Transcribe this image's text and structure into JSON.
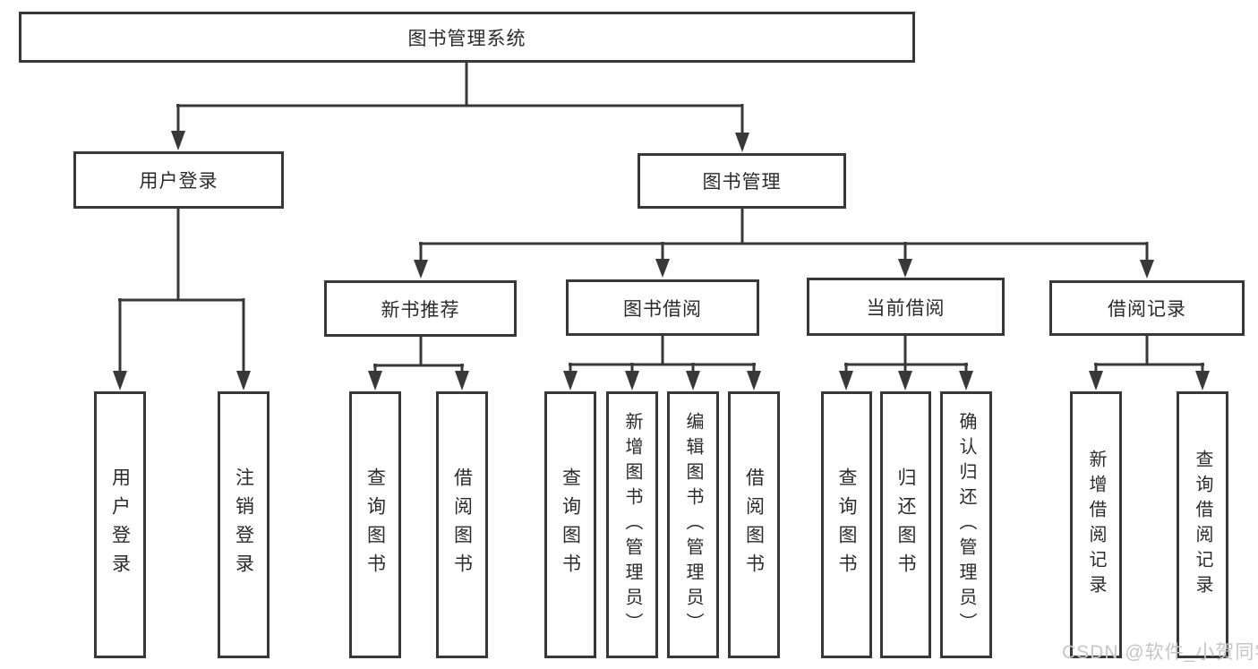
{
  "tree": {
    "root": {
      "label": "图书管理系统",
      "children": [
        {
          "label": "用户登录",
          "children": [
            {
              "label": "用户登录"
            },
            {
              "label": "注销登录"
            }
          ]
        },
        {
          "label": "图书管理",
          "children": [
            {
              "label": "新书推荐",
              "children": [
                {
                  "label": "查询图书"
                },
                {
                  "label": "借阅图书"
                }
              ]
            },
            {
              "label": "图书借阅",
              "children": [
                {
                  "label": "查询图书"
                },
                {
                  "label": "新增图书（管理员）"
                },
                {
                  "label": "编辑图书（管理员）"
                },
                {
                  "label": "借阅图书"
                }
              ]
            },
            {
              "label": "当前借阅",
              "children": [
                {
                  "label": "查询图书"
                },
                {
                  "label": "归还图书"
                },
                {
                  "label": "确认归还（管理员）"
                }
              ]
            },
            {
              "label": "借阅记录",
              "children": [
                {
                  "label": "新增借阅记录"
                },
                {
                  "label": "查询借阅记录"
                }
              ]
            }
          ]
        }
      ]
    }
  },
  "watermark": {
    "text": "CSDN @软件_小贺同学"
  },
  "colors": {
    "line": "#383838",
    "box_border": "#383838",
    "box_background": "#ffffff",
    "text": "#2b2b2b",
    "watermark": "#c6c6c6",
    "page_background": "#ffffff"
  }
}
